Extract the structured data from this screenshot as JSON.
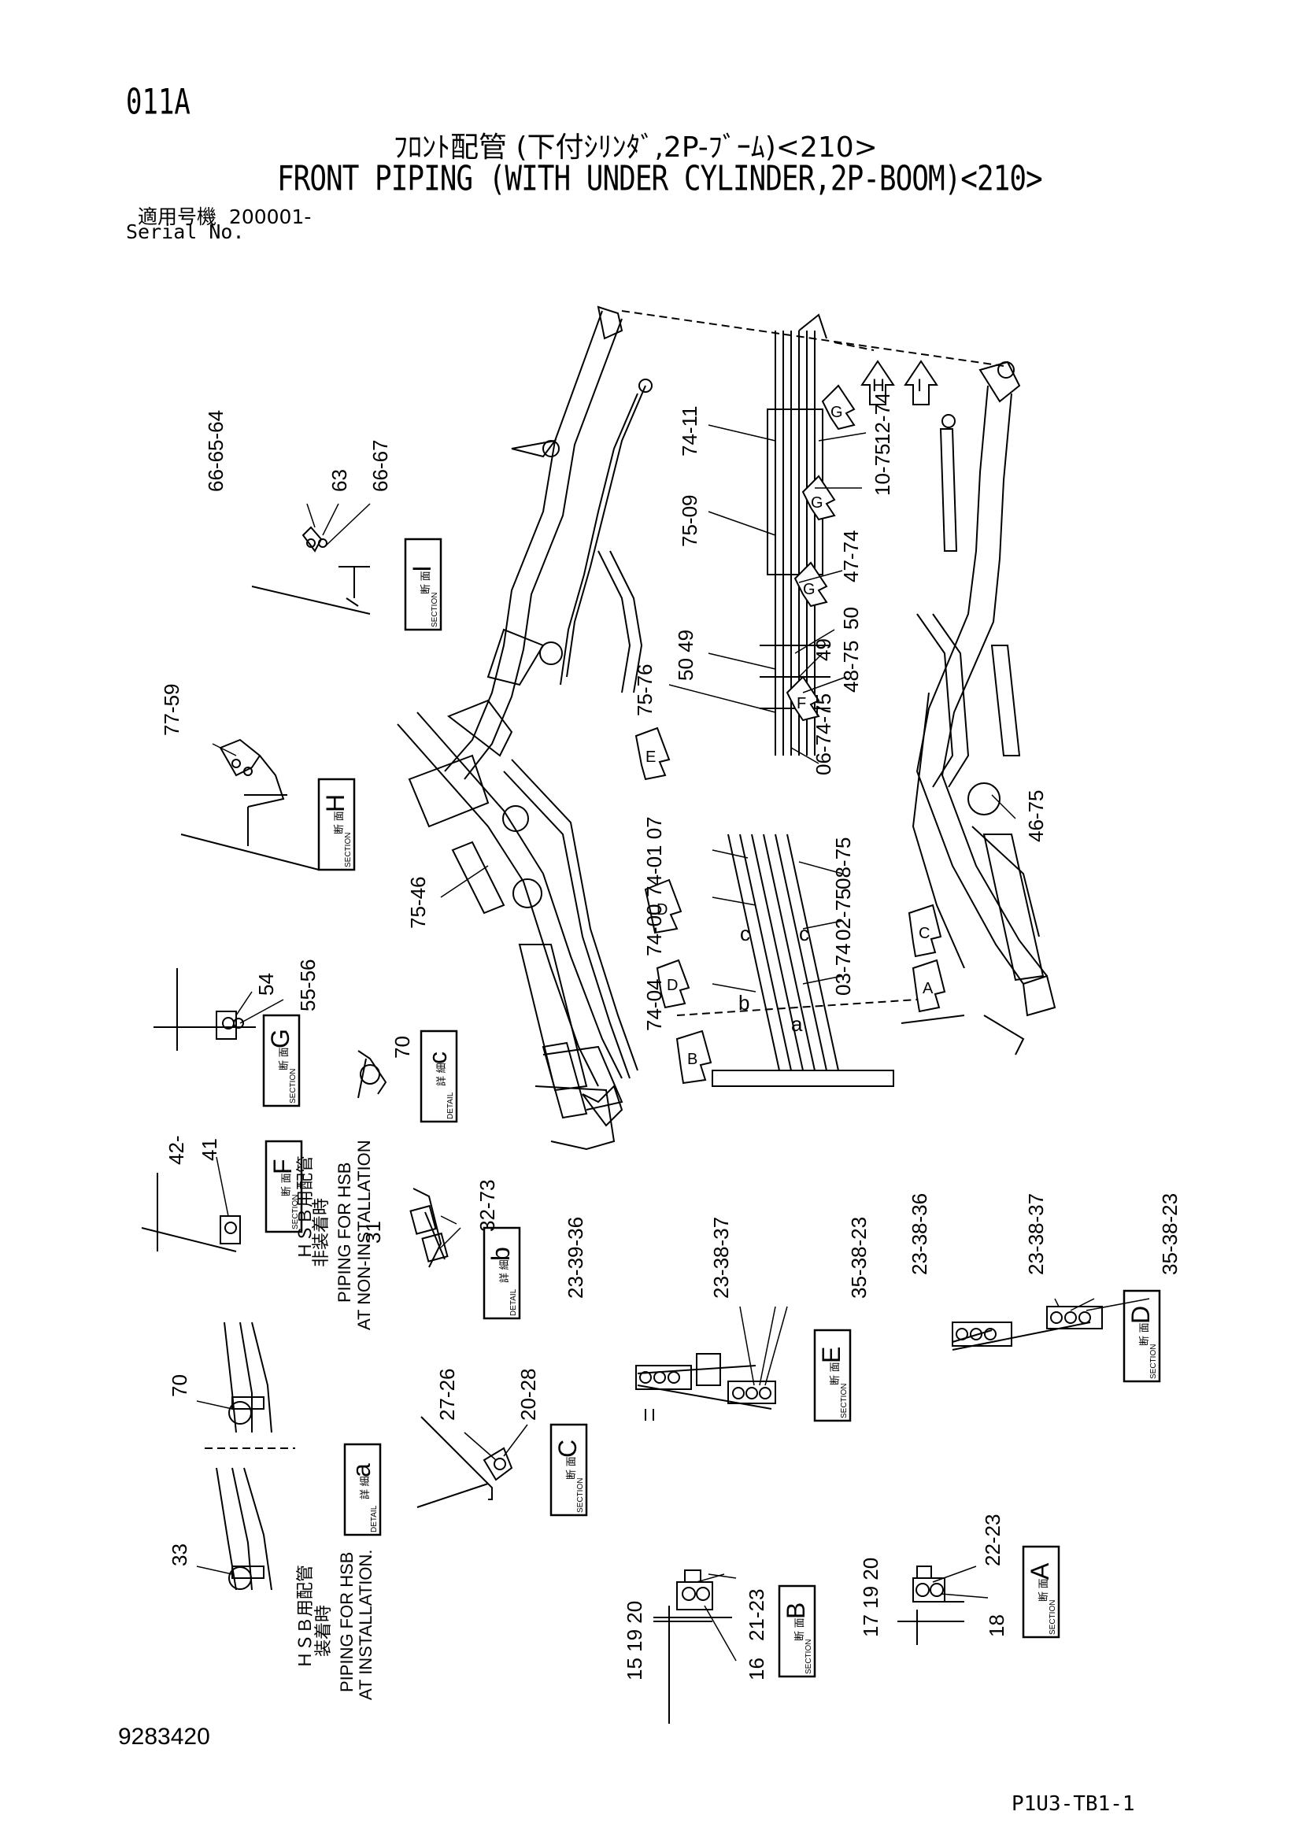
{
  "header": {
    "page_code": "011A",
    "title_jp": "ﾌﾛﾝﾄ配管 (下付ｼﾘﾝﾀﾞ,2P-ﾌﾞｰﾑ)<210>",
    "title_en": "FRONT PIPING (WITH UNDER CYLINDER,2P-BOOM)<210>",
    "serial_label_jp": "適用号機",
    "serial_value": "200001-",
    "serial_label_en": "Serial No."
  },
  "footer": {
    "drawing_no": "9283420",
    "sheet_code": "P1U3-TB1-1"
  },
  "labels": {
    "section_jp": "断 面",
    "section_en": "SECTION",
    "detail_jp": "詳 細",
    "detail_en": "DETAIL"
  },
  "boxes": [
    {
      "letter": "I",
      "kind": "section"
    },
    {
      "letter": "H",
      "kind": "section"
    },
    {
      "letter": "G",
      "kind": "section"
    },
    {
      "letter": "c",
      "kind": "detail"
    },
    {
      "letter": "F",
      "kind": "section"
    },
    {
      "letter": "b",
      "kind": "detail"
    },
    {
      "letter": "E",
      "kind": "section"
    },
    {
      "letter": "D",
      "kind": "section"
    },
    {
      "letter": "C",
      "kind": "section"
    },
    {
      "letter": "a",
      "kind": "detail"
    },
    {
      "letter": "A",
      "kind": "section"
    },
    {
      "letter": "B",
      "kind": "section"
    }
  ],
  "hsb": {
    "non_install_jp1": "ＨＳＢ用配管",
    "non_install_jp2": "非装着時",
    "non_install_en1": "PIPING FOR HSB",
    "non_install_en2": "AT NON-INSTALLATION",
    "install_jp1": "ＨＳＢ用配管",
    "install_jp2": "装着時",
    "install_en1": "PIPING FOR HSB",
    "install_en2": "AT INSTALLATION."
  },
  "arrow_letters": [
    "H",
    "I",
    "G",
    "G",
    "G",
    "F",
    "E",
    "D",
    "D",
    "C",
    "A",
    "B"
  ],
  "view_letters": [
    "c",
    "c",
    "b",
    "a"
  ],
  "callouts": [
    "66-65-64",
    "63",
    "66-67",
    "77-59",
    "54",
    "55-56",
    "70",
    "42-",
    "41",
    "31",
    "32-73",
    "70",
    "33",
    "27-26",
    "20-28",
    "23-39-36",
    "23-38-37",
    "35-38-23",
    "23-38-36",
    "23-38-37",
    "35-38-23",
    "15 19 20",
    "21-23",
    "16",
    "17 19 20",
    "22-23",
    "18",
    "75-46",
    "74-01 07",
    "74-00",
    "74-04",
    "08-75",
    "02-75",
    "03-74",
    "46-75",
    "74-11",
    "12-74",
    "10-75",
    "75-09",
    "47-74",
    "50",
    "50 49",
    "49",
    "48-75",
    "75-76",
    "06-74-75"
  ]
}
